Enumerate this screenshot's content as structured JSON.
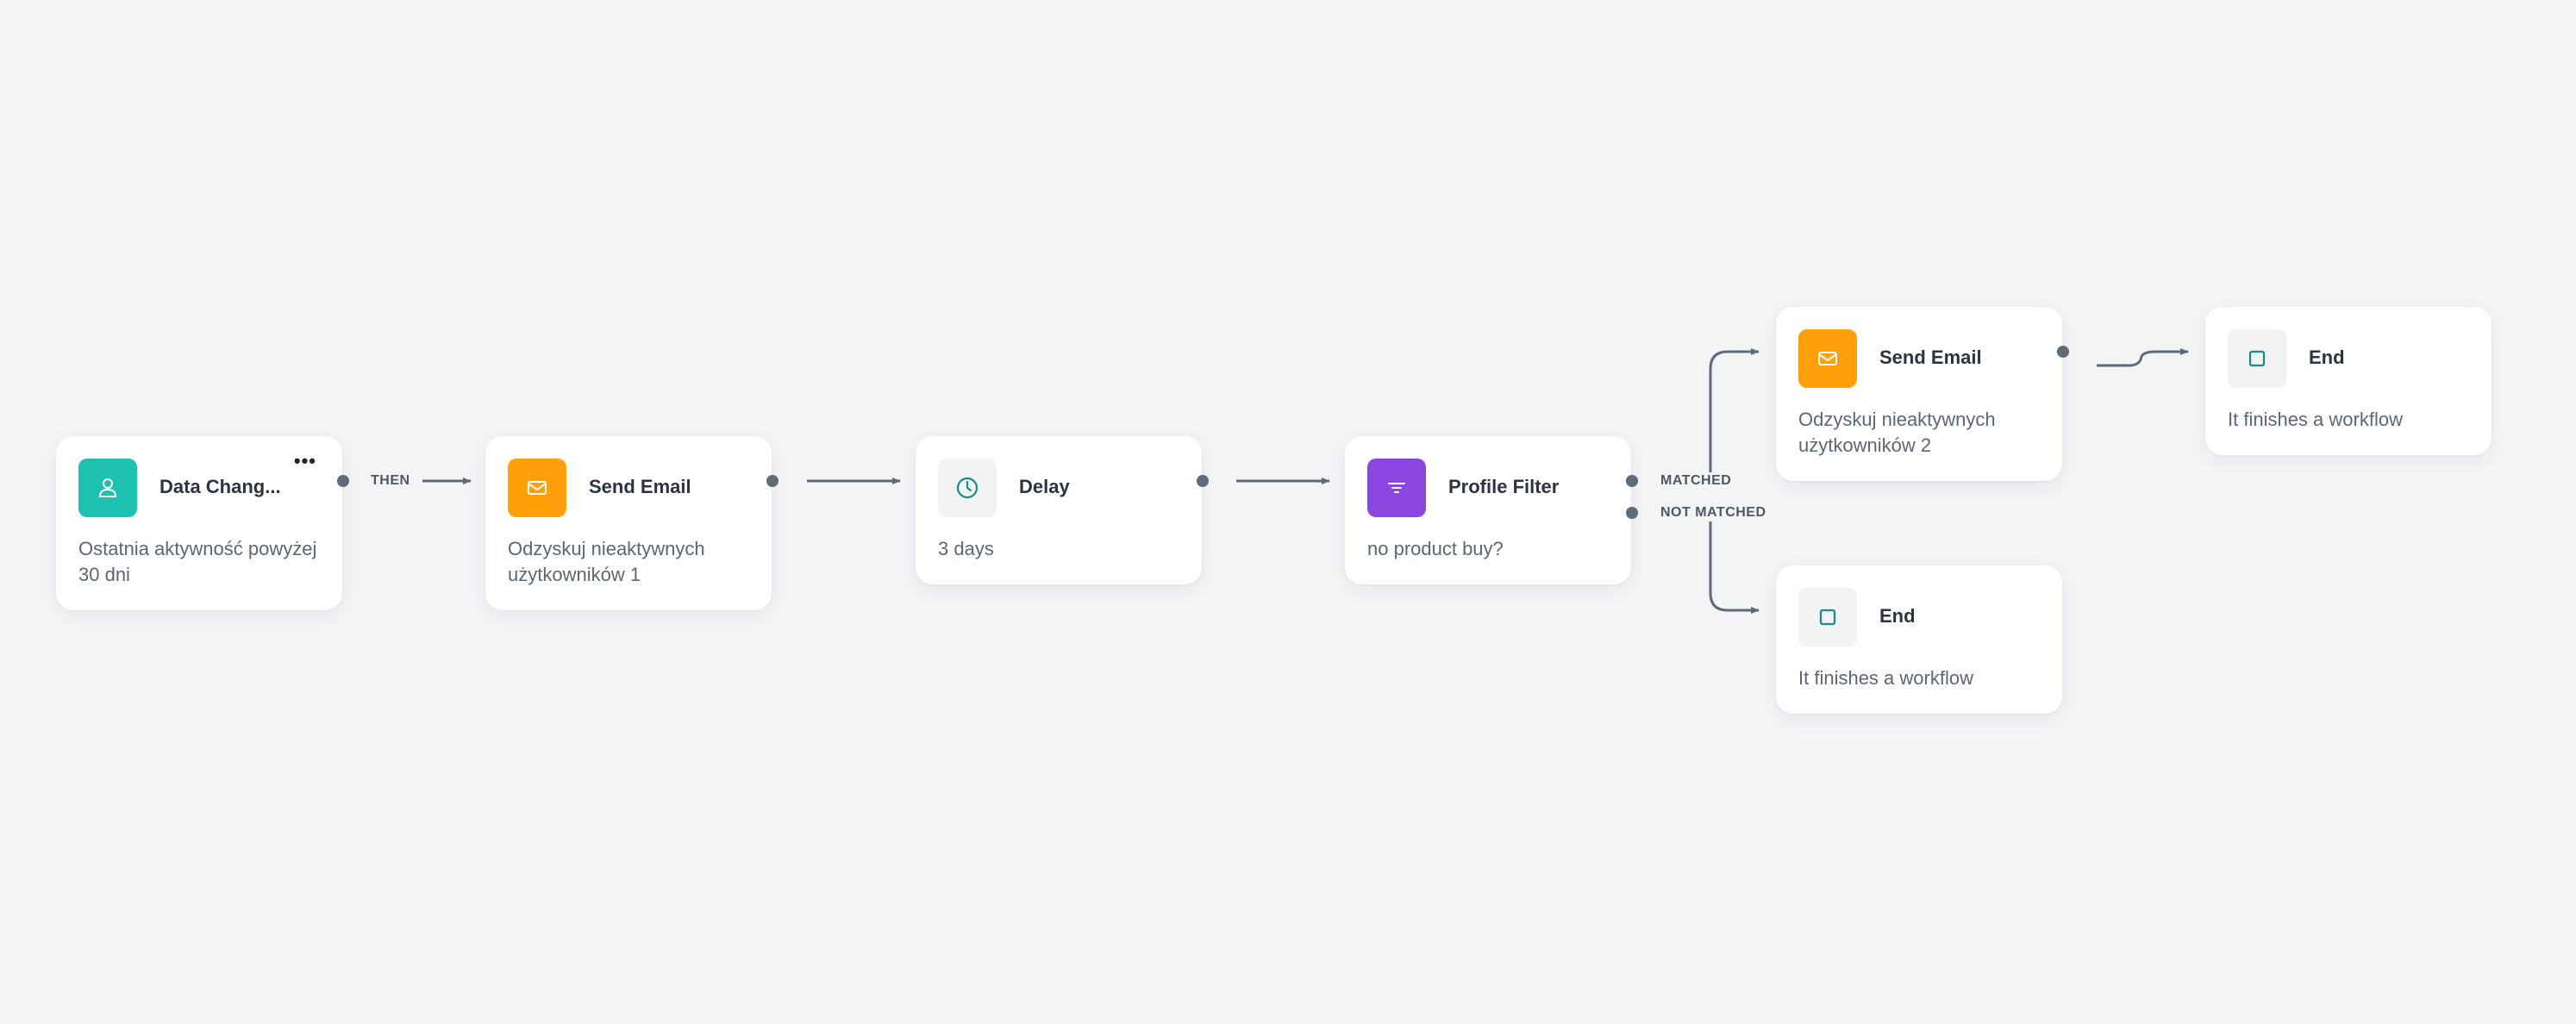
{
  "nodes": [
    {
      "type": "Data Change trigger",
      "title": "Data Chang...",
      "description": "Ostatnia aktywność powyżej 30 dni",
      "icon": "user-icon",
      "icon_color": "#1ec0b0",
      "menu": "•••"
    },
    {
      "type": "Send Email action",
      "title": "Send Email",
      "description": "Odzyskuj nieaktywnych użytkowników 1",
      "icon": "envelope-icon",
      "icon_color": "#ff9f0a"
    },
    {
      "type": "Delay",
      "title": "Delay",
      "description": "3 days",
      "icon": "clock-icon",
      "icon_color": "#f2f3f5"
    },
    {
      "type": "Profile Filter",
      "title": "Profile Filter",
      "description": "no product buy?",
      "icon": "filter-icon",
      "icon_color": "#8b46e0"
    },
    {
      "type": "Send Email action",
      "title": "Send Email",
      "description": "Odzyskuj nieaktywnych użytkowników 2",
      "icon": "envelope-icon",
      "icon_color": "#ff9f0a"
    },
    {
      "type": "End",
      "title": "End",
      "description": "It finishes a workflow",
      "icon": "square-icon",
      "icon_color": "#f2f3f5"
    },
    {
      "type": "End",
      "title": "End",
      "description": "It finishes a workflow",
      "icon": "square-icon",
      "icon_color": "#f2f3f5"
    }
  ],
  "edge_labels": {
    "then": "THEN",
    "matched": "MATCHED",
    "not_matched": "NOT MATCHED"
  },
  "colors": {
    "background": "#f3f4f6",
    "connector": "#5f6b78",
    "teal_accent": "#1a8a87"
  }
}
